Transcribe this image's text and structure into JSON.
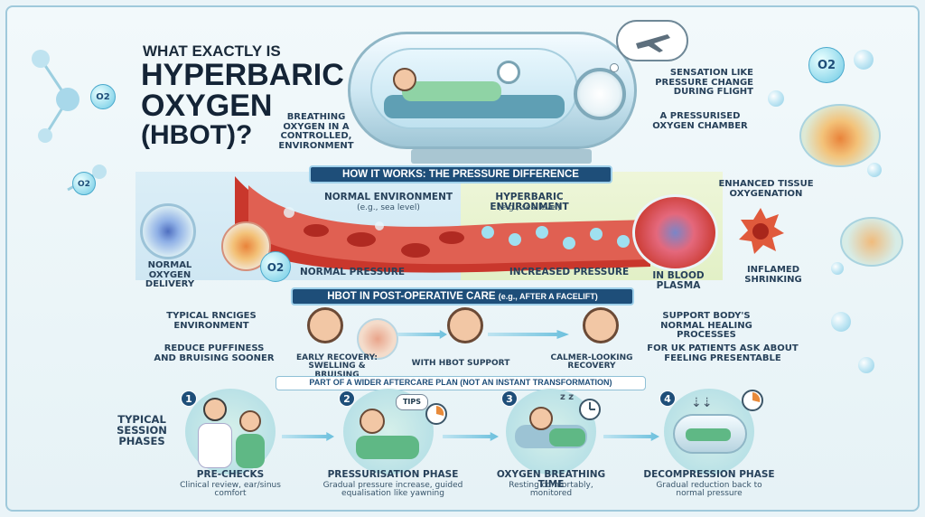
{
  "title": {
    "line1": "WHAT EXACTLY IS",
    "line2": "HYPERBARIC",
    "line3": "OXYGEN",
    "line4": "(HBOT)?"
  },
  "top_labels": {
    "breathing": "BREATHING OXYGEN IN A CONTROLLED, ENVIRONMENT",
    "sensation": "SENSATION LIKE PRESSURE CHANGE DURING FLIGHT",
    "chamber": "A PRESSURISED OXYGEN CHAMBER"
  },
  "pressure_section": {
    "banner": "HOW IT WORKS: THE PRESSURE DIFFERENCE",
    "normal_env": "NORMAL ENVIRONMENT",
    "normal_env_sub": "(e.g., sea level)",
    "hyper_env": "HYPERBARIC ENVIRONMENT",
    "hyper_env_sub": "(e.g., sea level)",
    "normal_delivery": "NORMAL OXYGEN DELIVERY",
    "normal_pressure": "NORMAL PRESSURE",
    "increased_pressure": "INCREASED PRESSURE",
    "blood_plasma": "IN BLOOD PLASMA",
    "enhanced": "ENHANCED TISSUE OXYGENATION",
    "inflamed": "INFLAMED SHRINKING",
    "o2": "O2"
  },
  "postop_section": {
    "banner": "HBOT IN POST-OPERATIVE CARE",
    "banner_sub": "(e.g., AFTER A FACELIFT)",
    "left1": "TYPICAL RNCIGES ENVIRONMENT",
    "left2": "REDUCE PUFFINESS AND BRUISING SOONER",
    "face1": "EARLY RECOVERY: SWELLING & BRUISING",
    "face2": "WITH HBOT SUPPORT",
    "face3": "CALMER-LOOKING RECOVERY",
    "right1": "SUPPORT BODY'S NORMAL HEALING PROCESSES",
    "right2": "FOR UK PATIENTS ASK ABOUT FEELING PRESENTABLE",
    "aftercare": "PART OF A WIDER AFTERCARE PLAN (NOT AN INSTANT TRANSFORMATION)"
  },
  "phases": {
    "label": "TYPICAL SESSION PHASES",
    "tips": "TIPS",
    "zzz": "z z",
    "items": [
      {
        "num": "1",
        "title": "PRE-CHECKS",
        "desc": "Clinical review, ear/sinus comfort"
      },
      {
        "num": "2",
        "title": "PRESSURISATION PHASE",
        "desc": "Gradual pressure increase, guided equalisation like yawning"
      },
      {
        "num": "3",
        "title": "OXYGEN BREATHING TIME",
        "desc": "Resting comfortably, monitored"
      },
      {
        "num": "4",
        "title": "DECOMPRESSION PHASE",
        "desc": "Gradual reduction back to normal pressure"
      }
    ]
  },
  "colors": {
    "navy": "#1e4e79",
    "blood": "#c9372c",
    "oxygen": "#6cc9e4"
  }
}
